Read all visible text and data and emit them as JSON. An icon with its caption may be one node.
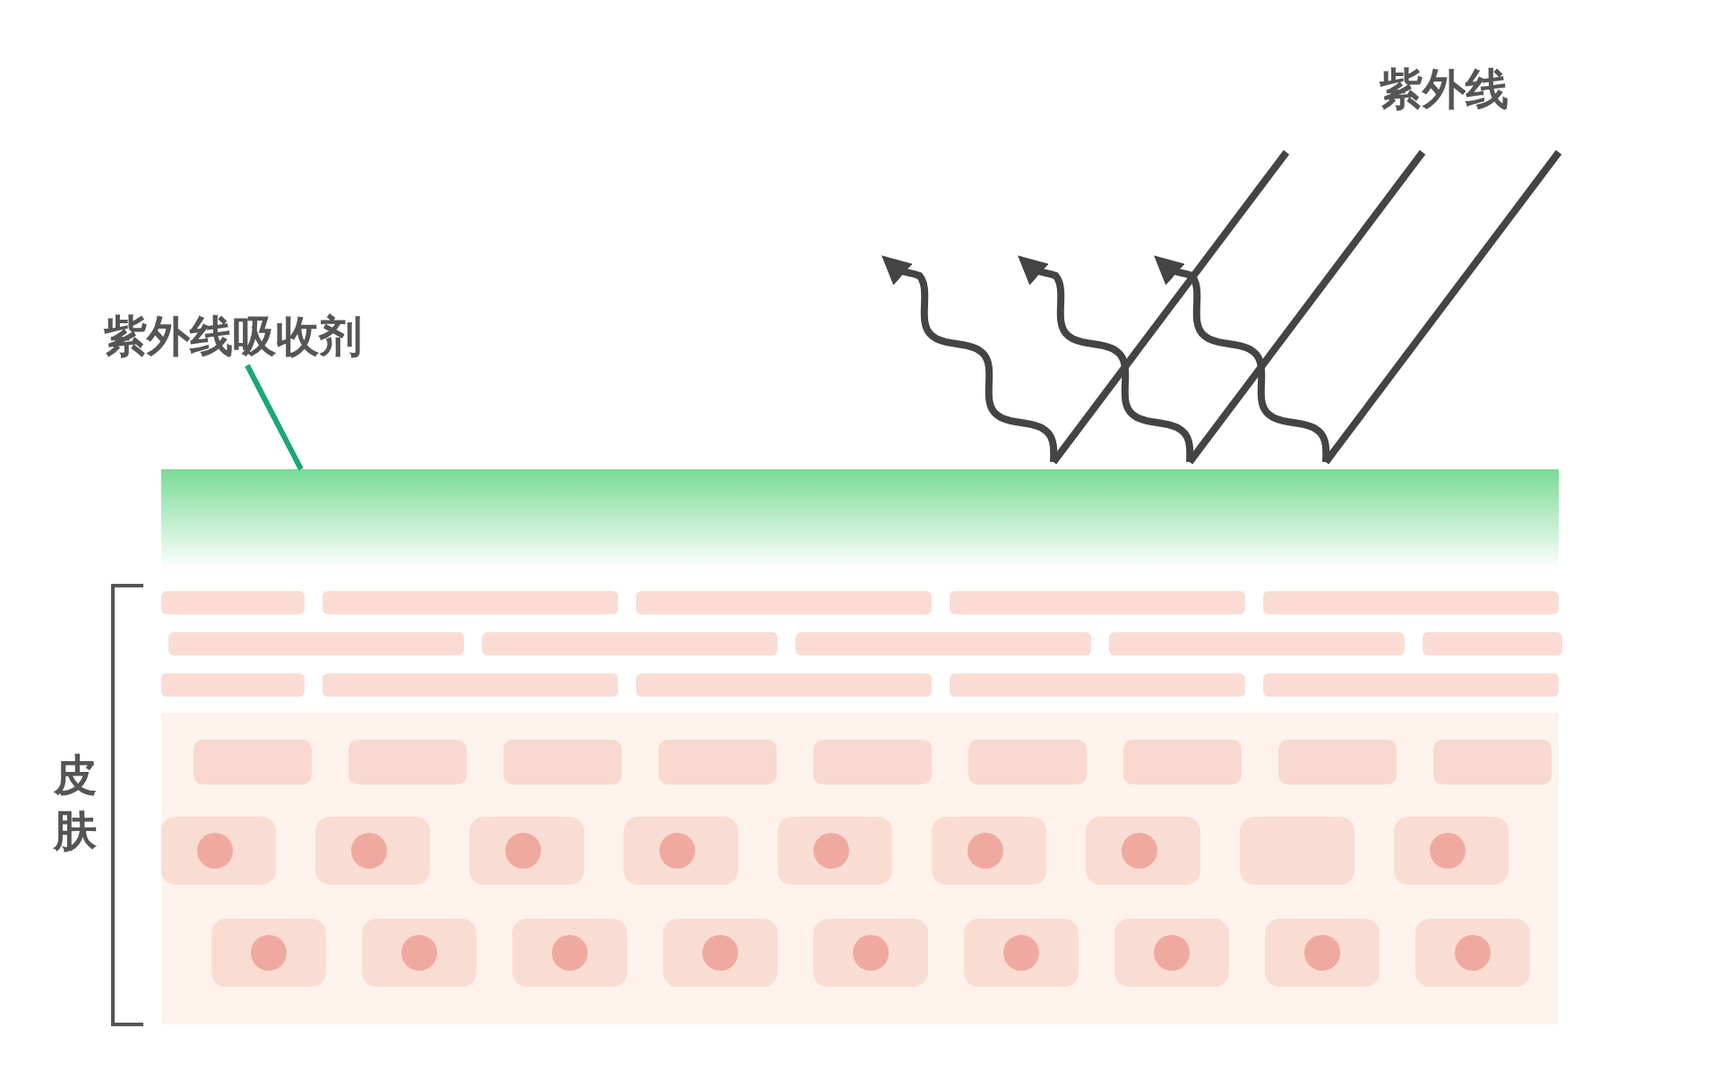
{
  "diagram": {
    "nodes": [
      {
        "text": [
          "紫外线吸收剂"
        ]
      },
      {
        "text": [],
        "shape": "bar"
      }
    ],
    "edges": [
      {
        "from": 0,
        "to": 1,
        "arrow": "none",
        "color": "#1aa874"
      },
      {
        "from": null,
        "to": 1,
        "arrow": "none"
      },
      {
        "from": null,
        "to": 1,
        "arrow": "none"
      },
      {
        "from": null,
        "to": 1,
        "arrow": "none"
      },
      {
        "from": 1,
        "to": null,
        "arrow": "to"
      },
      {
        "from": 1,
        "to": null,
        "arrow": "to"
      },
      {
        "from": 1,
        "to": null,
        "arrow": "to"
      }
    ],
    "labels": [
      "紫外线",
      "皮肤"
    ]
  }
}
